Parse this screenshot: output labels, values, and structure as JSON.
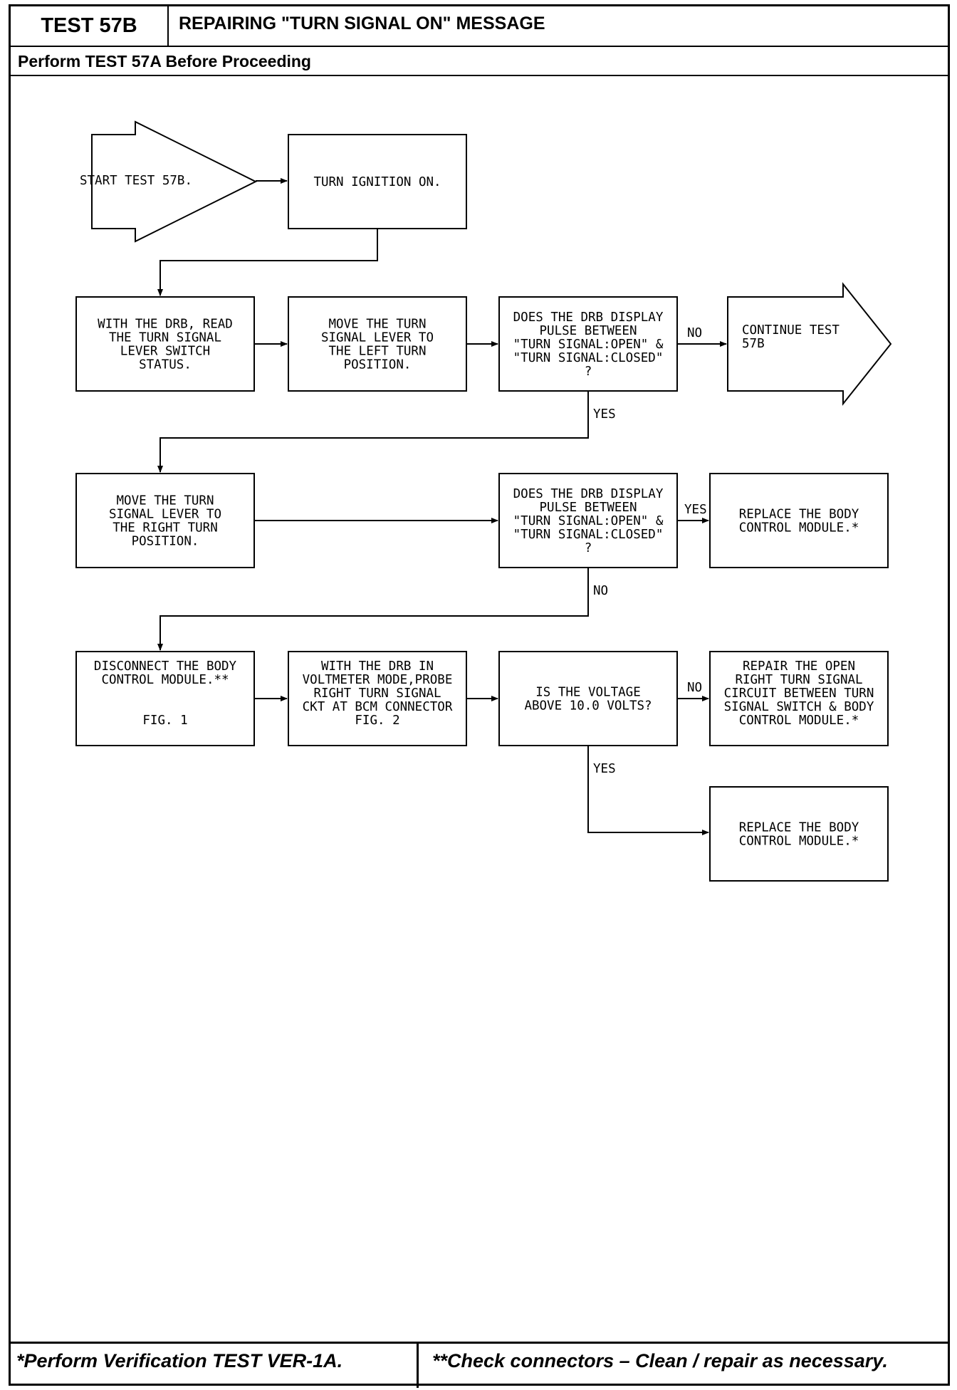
{
  "header": {
    "test_label": "TEST 57B",
    "title": "REPAIRING \"TURN SIGNAL ON\" MESSAGE",
    "subtitle": "Perform TEST 57A Before Proceeding"
  },
  "nodes": {
    "start": [
      "START TEST 57B."
    ],
    "ignition": [
      "TURN IGNITION ON."
    ],
    "read_status": [
      "WITH THE DRB, READ",
      "THE TURN SIGNAL",
      "LEVER SWITCH",
      "STATUS."
    ],
    "move_left": [
      "MOVE THE TURN",
      "SIGNAL LEVER TO",
      "THE LEFT TURN",
      "POSITION."
    ],
    "decision_1": [
      "DOES THE DRB DISPLAY",
      "PULSE BETWEEN",
      "\"TURN SIGNAL:OPEN\" &",
      "\"TURN SIGNAL:CLOSED\"",
      "?"
    ],
    "continue": [
      "CONTINUE TEST",
      "57B"
    ],
    "move_right": [
      "MOVE THE TURN",
      "SIGNAL LEVER TO",
      "THE RIGHT TURN",
      "POSITION."
    ],
    "decision_2": [
      "DOES THE DRB DISPLAY",
      "PULSE BETWEEN",
      "\"TURN SIGNAL:OPEN\" &",
      "\"TURN SIGNAL:CLOSED\"",
      "?"
    ],
    "replace_1": [
      "REPLACE THE BODY",
      "CONTROL MODULE.*"
    ],
    "disconnect": [
      "DISCONNECT THE BODY",
      "CONTROL MODULE.**",
      "",
      "",
      "FIG. 1"
    ],
    "voltmeter": [
      "WITH THE DRB IN",
      "VOLTMETER MODE,PROBE",
      "RIGHT TURN SIGNAL",
      "CKT AT BCM CONNECTOR",
      "FIG. 2"
    ],
    "decision_3": [
      "IS THE VOLTAGE",
      "ABOVE 10.0 VOLTS?"
    ],
    "repair": [
      "REPAIR THE OPEN",
      "RIGHT TURN SIGNAL",
      "CIRCUIT BETWEEN TURN",
      "SIGNAL SWITCH & BODY",
      "CONTROL MODULE.*"
    ],
    "replace_2": [
      "REPLACE THE BODY",
      "CONTROL MODULE.*"
    ]
  },
  "edge_labels": {
    "d1_no": "NO",
    "d1_yes": "YES",
    "d2_yes": "YES",
    "d2_no": "NO",
    "d3_no": "NO",
    "d3_yes": "YES"
  },
  "footer": {
    "left": "*Perform Verification TEST VER-1A.",
    "right": "**Check connectors – Clean / repair as necessary."
  }
}
